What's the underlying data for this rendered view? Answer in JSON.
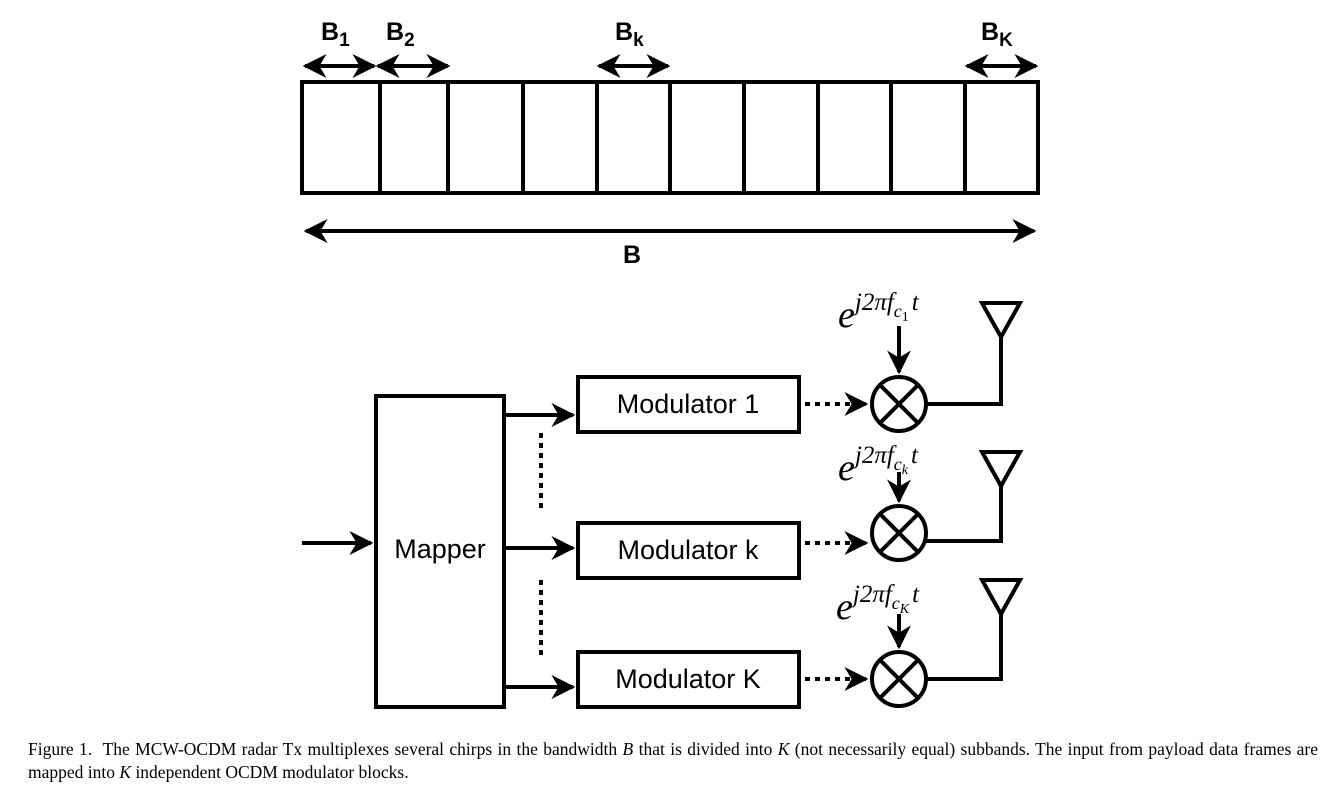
{
  "spectrum": {
    "subband_labels": [
      {
        "main": "B",
        "sub": "1"
      },
      {
        "main": "B",
        "sub": "2"
      },
      {
        "main": "B",
        "sub": "k"
      },
      {
        "main": "B",
        "sub": "K"
      }
    ],
    "total_label": "B"
  },
  "transmitter": {
    "mapper_label": "Mapper",
    "modulators": [
      "Modulator 1",
      "Modulator k",
      "Modulator K"
    ],
    "carriers": [
      {
        "base": "e",
        "exp": "j2πf",
        "sub1": "c",
        "sub2": "1",
        "tail": "t"
      },
      {
        "base": "e",
        "exp": "j2πf",
        "sub1": "c",
        "sub2": "k",
        "tail": "t"
      },
      {
        "base": "e",
        "exp": "j2πf",
        "sub1": "c",
        "sub2": "K",
        "tail": "t"
      }
    ]
  },
  "caption": {
    "lead": "Figure 1.",
    "part1": "The MCW-OCDM radar Tx multiplexes several chirps in the bandwidth",
    "var_B": "B",
    "part2": "that is divided into",
    "var_K1": "K",
    "part3": "(not necessarily equal) subbands. The input from payload data frames are mapped into",
    "var_K2": "K",
    "part4": "independent OCDM modulator blocks."
  }
}
